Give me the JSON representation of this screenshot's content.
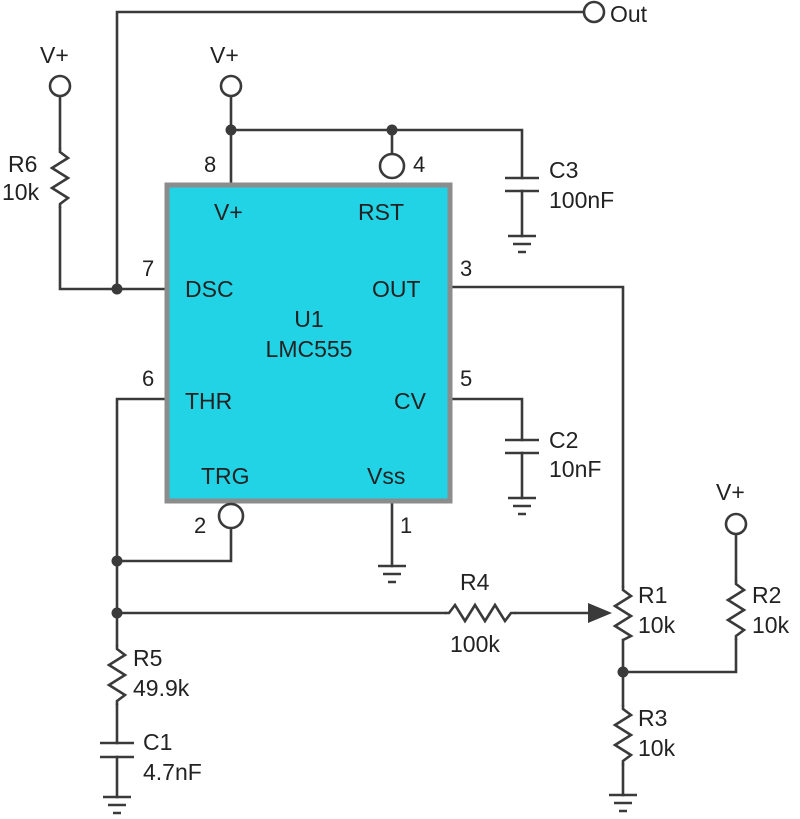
{
  "output": {
    "label": "Out"
  },
  "supplies": [
    "V+",
    "V+",
    "V+"
  ],
  "ic": {
    "ref": "U1",
    "part": "LMC555",
    "pins": [
      {
        "num": "8",
        "name": "V+"
      },
      {
        "num": "4",
        "name": "RST"
      },
      {
        "num": "7",
        "name": "DSC"
      },
      {
        "num": "3",
        "name": "OUT"
      },
      {
        "num": "6",
        "name": "THR"
      },
      {
        "num": "5",
        "name": "CV"
      },
      {
        "num": "2",
        "name": "TRG"
      },
      {
        "num": "1",
        "name": "Vss"
      }
    ],
    "fill_color": "#22d3e6"
  },
  "components": [
    {
      "ref": "R6",
      "value": "10k"
    },
    {
      "ref": "C3",
      "value": "100nF"
    },
    {
      "ref": "C2",
      "value": "10nF"
    },
    {
      "ref": "R4",
      "value": "100k"
    },
    {
      "ref": "R1",
      "value": "10k"
    },
    {
      "ref": "R2",
      "value": "10k"
    },
    {
      "ref": "R3",
      "value": "10k"
    },
    {
      "ref": "R5",
      "value": "49.9k"
    },
    {
      "ref": "C1",
      "value": "4.7nF"
    }
  ]
}
